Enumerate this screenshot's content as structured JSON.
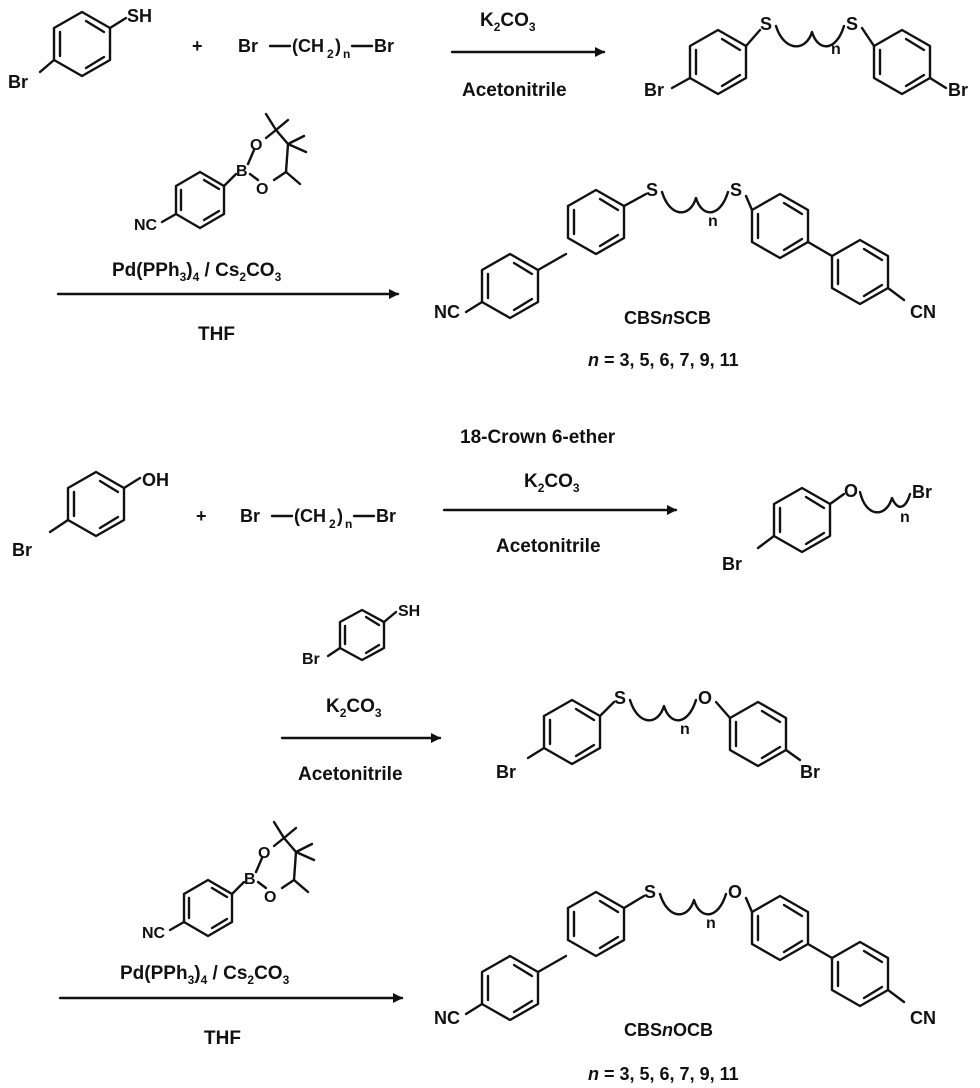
{
  "atoms": {
    "br": "Br",
    "sh": "SH",
    "oh": "OH",
    "s": "S",
    "o": "O",
    "b": "B",
    "nc": "NC",
    "cn": "CN",
    "n": "n",
    "plus": "+"
  },
  "dibromoalkane": {
    "left": "Br",
    "chain": "(CH",
    "sub2": "2",
    "close": ")",
    "subn": "n",
    "right": "Br"
  },
  "reagents": {
    "k2co3": {
      "k": "K",
      "k_sub": "2",
      "co": "CO",
      "co_sub": "3"
    },
    "acetonitrile": "Acetonitrile",
    "crown": "18-Crown 6-ether",
    "pd": {
      "a": "Pd(PPh",
      "a_sub": "3",
      "b": ")",
      "b_sub": "4",
      "c": " / Cs",
      "c_sub": "2",
      "d": "CO",
      "d_sub": "3"
    },
    "thf": "THF"
  },
  "products": {
    "cbsnscb": {
      "pre": "CBS",
      "n": "n",
      "post": "SCB"
    },
    "cbsnocb": {
      "pre": "CBS",
      "n": "n",
      "post": "OCB"
    },
    "n_values": {
      "n": "n",
      "rest": " = 3, 5, 6, 7, 9, 11"
    }
  }
}
